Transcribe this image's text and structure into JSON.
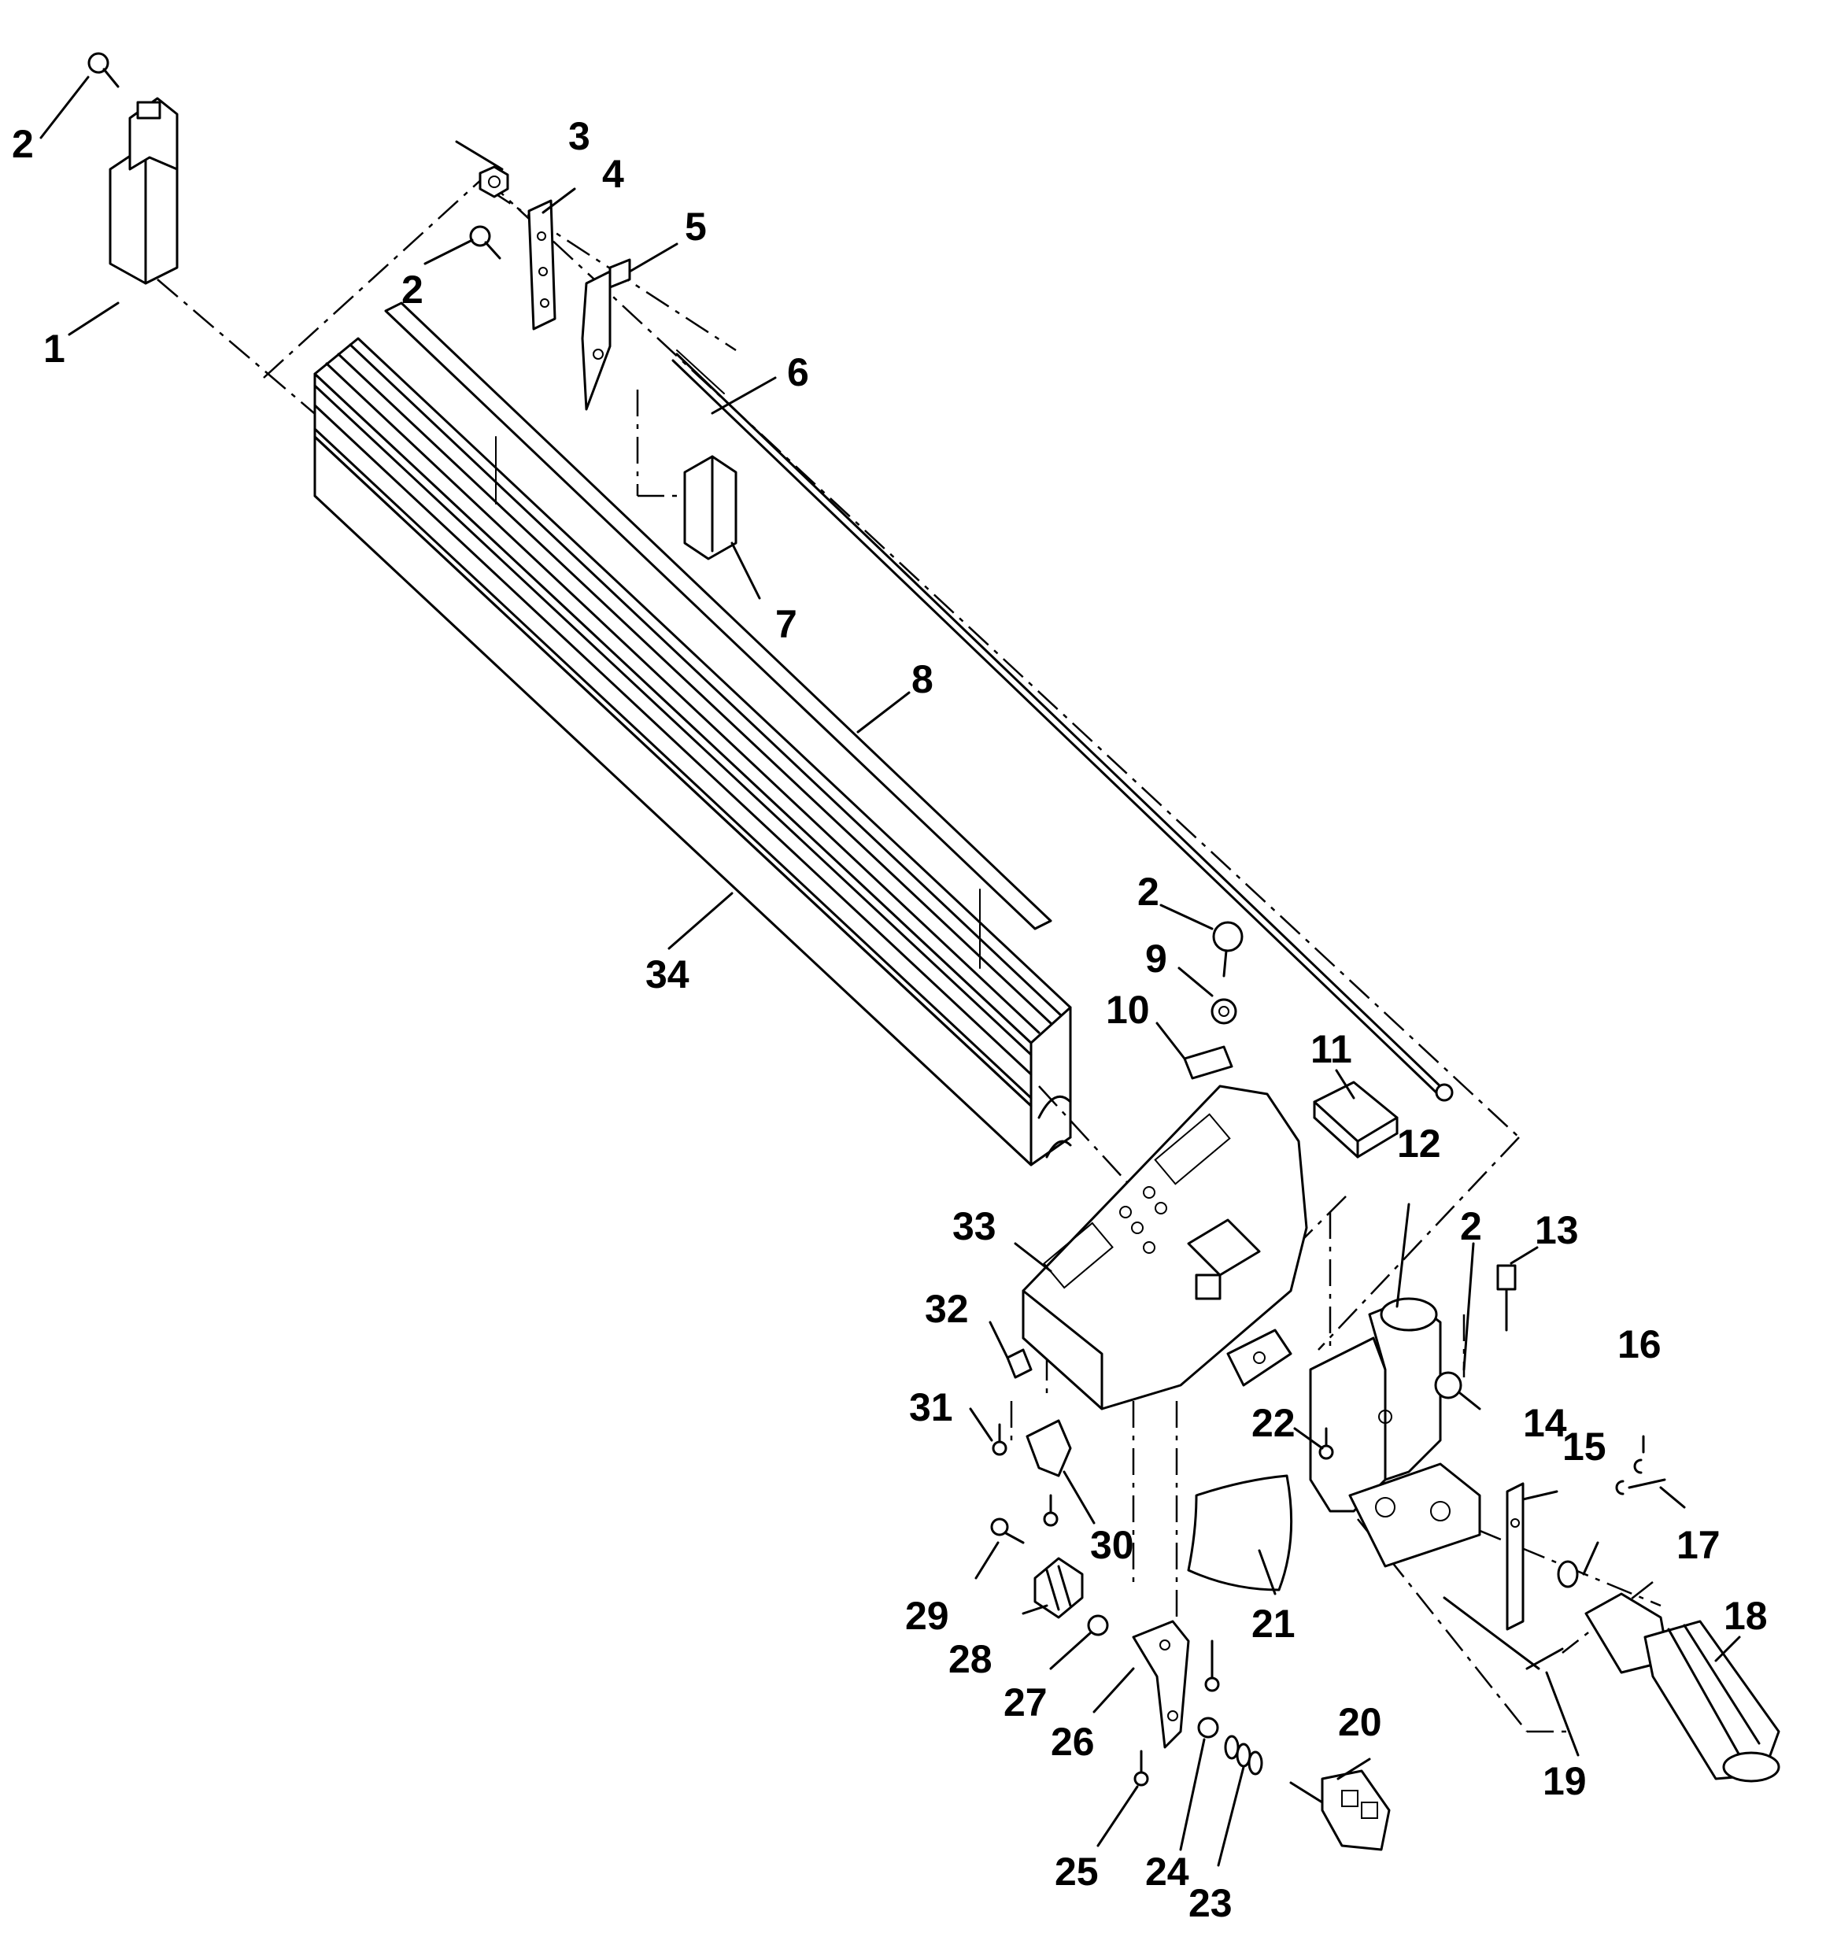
{
  "labels": [
    {
      "id": "1",
      "text": "1"
    },
    {
      "id": "2a",
      "text": "2"
    },
    {
      "id": "2b",
      "text": "2"
    },
    {
      "id": "2c",
      "text": "2"
    },
    {
      "id": "2d",
      "text": "2"
    },
    {
      "id": "3",
      "text": "3"
    },
    {
      "id": "4",
      "text": "4"
    },
    {
      "id": "5",
      "text": "5"
    },
    {
      "id": "6",
      "text": "6"
    },
    {
      "id": "7",
      "text": "7"
    },
    {
      "id": "8",
      "text": "8"
    },
    {
      "id": "9",
      "text": "9"
    },
    {
      "id": "10",
      "text": "10"
    },
    {
      "id": "11",
      "text": "11"
    },
    {
      "id": "12",
      "text": "12"
    },
    {
      "id": "13",
      "text": "13"
    },
    {
      "id": "14",
      "text": "14"
    },
    {
      "id": "15",
      "text": "15"
    },
    {
      "id": "16",
      "text": "16"
    },
    {
      "id": "17",
      "text": "17"
    },
    {
      "id": "18",
      "text": "18"
    },
    {
      "id": "19",
      "text": "19"
    },
    {
      "id": "20",
      "text": "20"
    },
    {
      "id": "21",
      "text": "21"
    },
    {
      "id": "22",
      "text": "22"
    },
    {
      "id": "23",
      "text": "23"
    },
    {
      "id": "24",
      "text": "24"
    },
    {
      "id": "25",
      "text": "25"
    },
    {
      "id": "26",
      "text": "26"
    },
    {
      "id": "27",
      "text": "27"
    },
    {
      "id": "28",
      "text": "28"
    },
    {
      "id": "29",
      "text": "29"
    },
    {
      "id": "30",
      "text": "30"
    },
    {
      "id": "31",
      "text": "31"
    },
    {
      "id": "32",
      "text": "32"
    },
    {
      "id": "33",
      "text": "33"
    },
    {
      "id": "34",
      "text": "34"
    }
  ]
}
